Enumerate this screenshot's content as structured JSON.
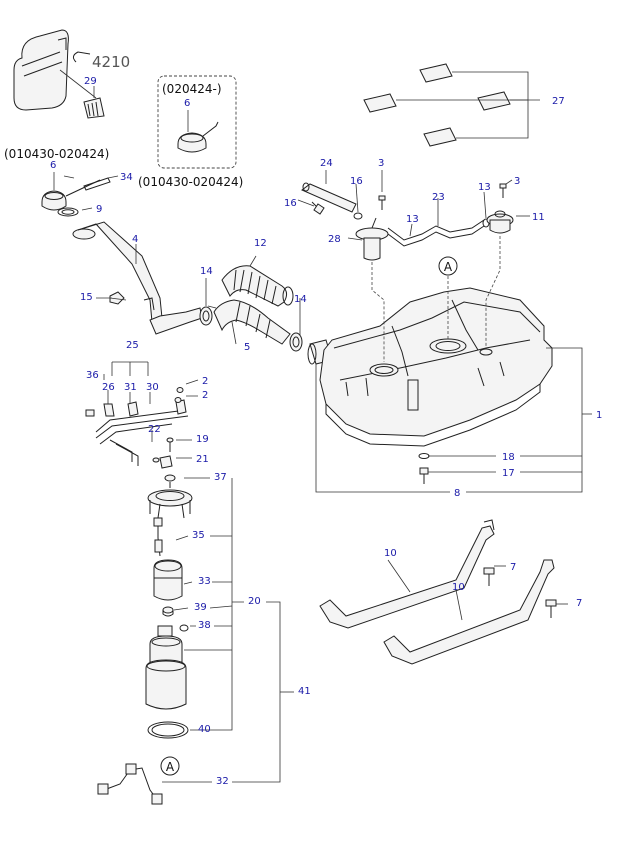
{
  "colors": {
    "callout": "#1a1aa8",
    "line": "#222222",
    "background": "#ffffff"
  },
  "ref_link": "4210",
  "notes": {
    "from_date": "(020424-)",
    "range_upper": "(010430-020424)",
    "range_lower": "(010430-020424)"
  },
  "section_marker": "A",
  "callouts": [
    {
      "id": "c29",
      "label": "29"
    },
    {
      "id": "c6a",
      "label": "6"
    },
    {
      "id": "c6b",
      "label": "6"
    },
    {
      "id": "c34",
      "label": "34"
    },
    {
      "id": "c9",
      "label": "9"
    },
    {
      "id": "c4",
      "label": "4"
    },
    {
      "id": "c15",
      "label": "15"
    },
    {
      "id": "c12",
      "label": "12"
    },
    {
      "id": "c14a",
      "label": "14"
    },
    {
      "id": "c14b",
      "label": "14"
    },
    {
      "id": "c5",
      "label": "5"
    },
    {
      "id": "c24",
      "label": "24"
    },
    {
      "id": "c3a",
      "label": "3"
    },
    {
      "id": "c16a",
      "label": "16"
    },
    {
      "id": "c16b",
      "label": "16"
    },
    {
      "id": "c23",
      "label": "23"
    },
    {
      "id": "c13a",
      "label": "13"
    },
    {
      "id": "c13b",
      "label": "13"
    },
    {
      "id": "c3b",
      "label": "3"
    },
    {
      "id": "c11",
      "label": "11"
    },
    {
      "id": "c28",
      "label": "28"
    },
    {
      "id": "c27",
      "label": "27"
    },
    {
      "id": "c1",
      "label": "1"
    },
    {
      "id": "c18",
      "label": "18"
    },
    {
      "id": "c17",
      "label": "17"
    },
    {
      "id": "c8",
      "label": "8"
    },
    {
      "id": "c25",
      "label": "25"
    },
    {
      "id": "c36",
      "label": "36"
    },
    {
      "id": "c26",
      "label": "26"
    },
    {
      "id": "c31",
      "label": "31"
    },
    {
      "id": "c30",
      "label": "30"
    },
    {
      "id": "c2a",
      "label": "2"
    },
    {
      "id": "c2b",
      "label": "2"
    },
    {
      "id": "c22",
      "label": "22"
    },
    {
      "id": "c19",
      "label": "19"
    },
    {
      "id": "c21",
      "label": "21"
    },
    {
      "id": "c37",
      "label": "37"
    },
    {
      "id": "c35",
      "label": "35"
    },
    {
      "id": "c33",
      "label": "33"
    },
    {
      "id": "c39",
      "label": "39"
    },
    {
      "id": "c38",
      "label": "38"
    },
    {
      "id": "c20",
      "label": "20"
    },
    {
      "id": "c41",
      "label": "41"
    },
    {
      "id": "c40",
      "label": "40"
    },
    {
      "id": "c32",
      "label": "32"
    },
    {
      "id": "c10a",
      "label": "10"
    },
    {
      "id": "c10b",
      "label": "10"
    },
    {
      "id": "c7a",
      "label": "7"
    },
    {
      "id": "c7b",
      "label": "7"
    }
  ]
}
